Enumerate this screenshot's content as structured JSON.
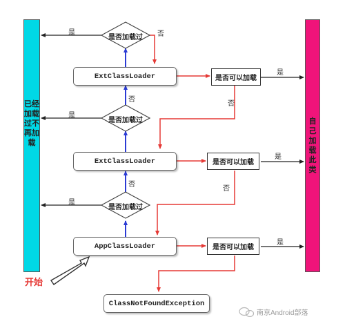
{
  "left_bar": {
    "text": "已经加载过不再加载",
    "color": "#00d8e6"
  },
  "right_bar": {
    "text": "自己加载此类",
    "color": "#f0147a"
  },
  "loaders": {
    "top": "ExtClassLoader",
    "middle": "ExtClassLoader",
    "bottom": "AppClassLoader",
    "not_found": "ClassNotFoundException"
  },
  "decisions": {
    "loaded_check": "是否加载过",
    "can_load": "是否可以加载"
  },
  "labels": {
    "yes": "是",
    "no": "否"
  },
  "start_label": "开始",
  "watermark": "南京Android部落",
  "colors": {
    "blue_arrow": "#2b3bd4",
    "red_arrow": "#e53935",
    "black_arrow": "#222222"
  }
}
